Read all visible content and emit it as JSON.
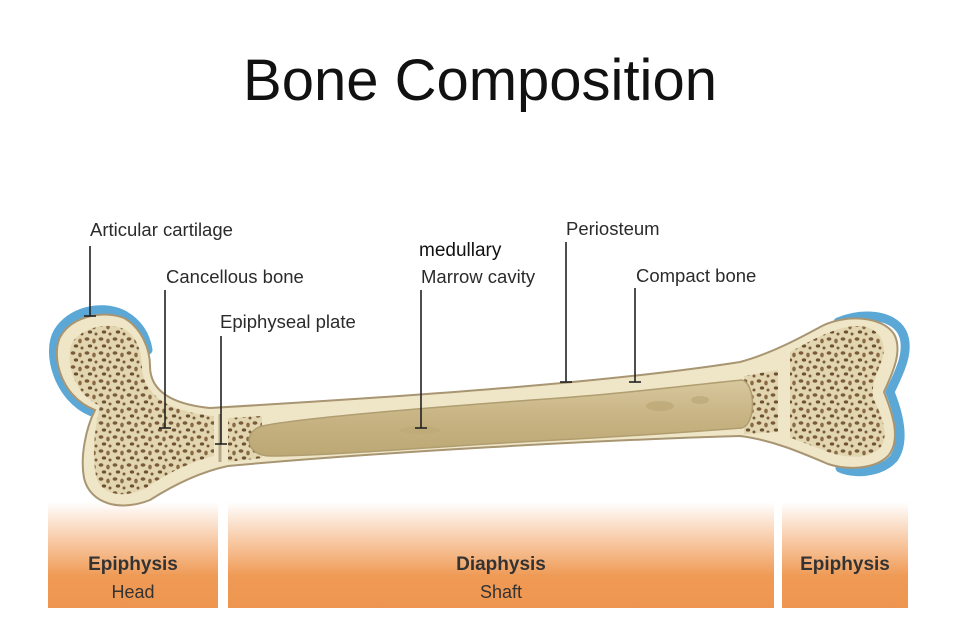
{
  "title": "Bone Composition",
  "labels": {
    "articular_cartilage": "Articular cartilage",
    "cancellous_bone": "Cancellous bone",
    "epiphyseal_plate": "Epiphyseal plate",
    "medullary": "medullary",
    "marrow_cavity": "Marrow cavity",
    "periosteum": "Periosteum",
    "compact_bone": "Compact bone"
  },
  "regions": [
    {
      "name": "Epiphysis",
      "sub": "Head"
    },
    {
      "name": "Diaphysis",
      "sub": "Shaft"
    },
    {
      "name": "Epiphysis",
      "sub": ""
    }
  ],
  "colors": {
    "cartilage": "#5ba8d6",
    "compact_bone": "#efe6c8",
    "spongy_bone": "#dccfa6",
    "marrow": "#cbb98c",
    "band": "#ef9a55"
  }
}
